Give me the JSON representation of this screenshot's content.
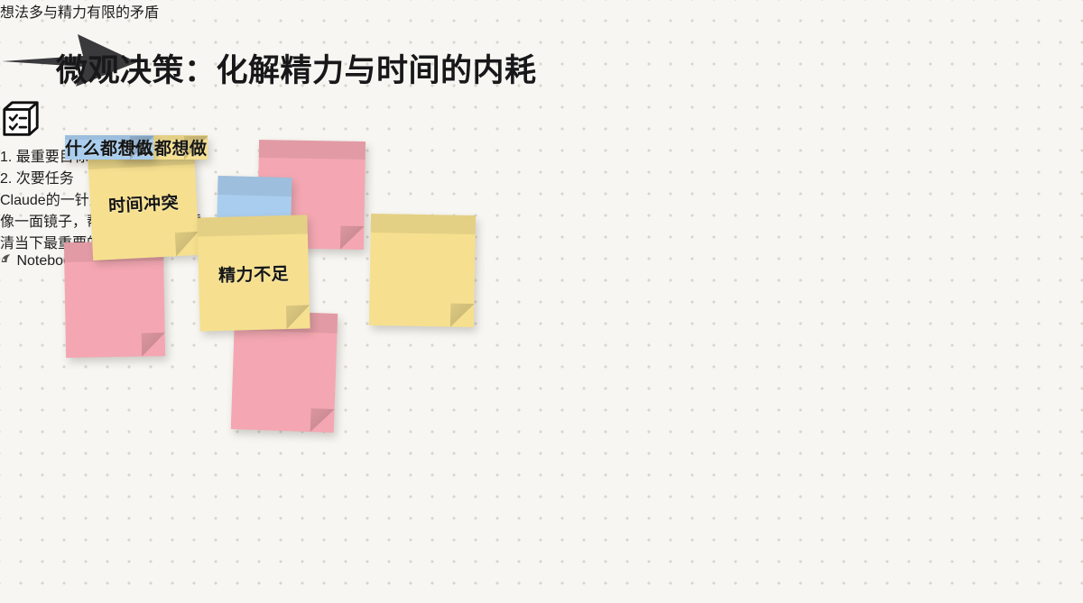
{
  "slide": {
    "title": "微观决策：化解精力与时间的内耗"
  },
  "sticky_notes": {
    "caption": "想法多与精力有限的矛盾",
    "notes": [
      {
        "label": "时间冲突",
        "color": "#f6e08f",
        "color_name": "yellow"
      },
      {
        "label": "",
        "color": "#a9cdee",
        "color_name": "blue"
      },
      {
        "label": "",
        "color": "#f4a7b2",
        "color_name": "pink"
      },
      {
        "label": "",
        "color": "#f4a7b2",
        "color_name": "pink"
      },
      {
        "label": "",
        "color": "#f6e08f",
        "color_name": "yellow"
      },
      {
        "label": "精力不足",
        "color": "#f6e08f",
        "color_name": "yellow"
      },
      {
        "label": "",
        "color": "#f4a7b2",
        "color_name": "pink"
      },
      {
        "label": "什么都想做",
        "color": "#f6e08f",
        "color_name": "yellow"
      },
      {
        "label": "什么都想做",
        "color": "#a9cdee",
        "color_name": "blue"
      }
    ]
  },
  "arrow": {
    "icon": "right-arrow-icon",
    "color": "#3a3a3d"
  },
  "checklist_card": {
    "icon": "checklist-box-icon",
    "items": [
      {
        "label": "1. 最重要目标",
        "checked": false
      },
      {
        "label": "2. 次要任务",
        "checked": false
      }
    ]
  },
  "quote_card": {
    "header": "Claude的一针见血",
    "header_color": "#d6cdf1",
    "highlight_color": "#ecea9a",
    "line1": "像一面镜子，帮我剥离情绪，看",
    "line2": "清当下最重要的问题。"
  },
  "watermark": {
    "icon": "notebooklm-logo-icon",
    "text": "NotebookLM"
  }
}
